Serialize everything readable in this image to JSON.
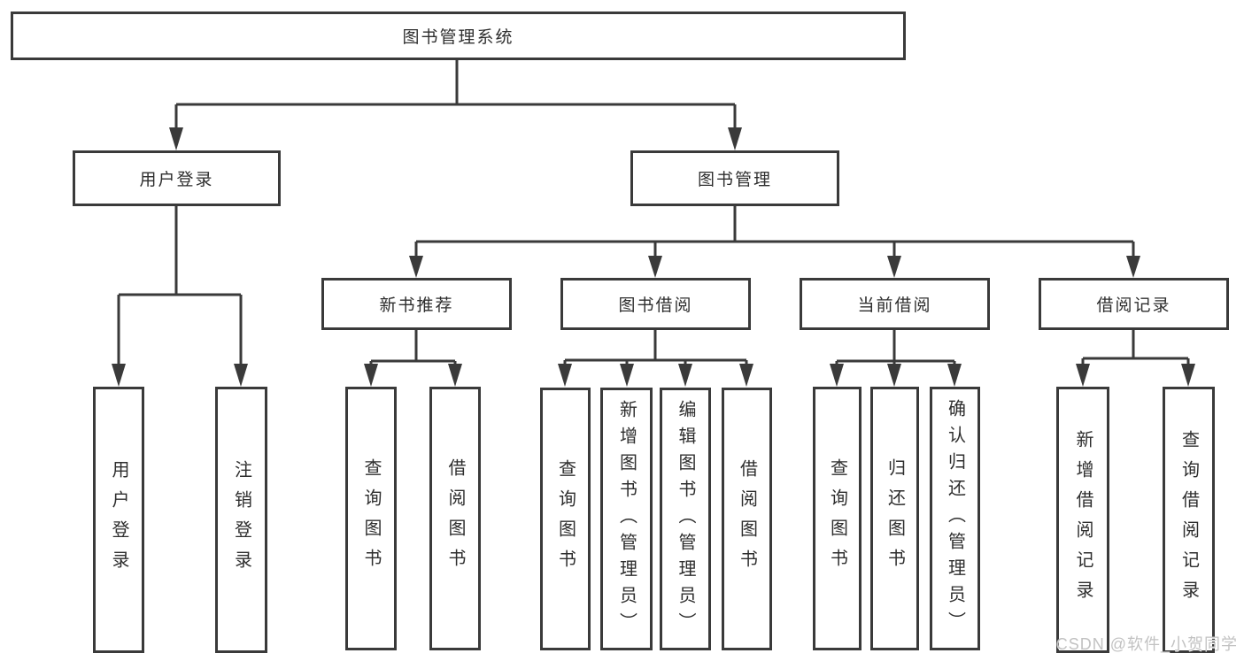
{
  "diagram": {
    "root": {
      "label": "图书管理系统"
    },
    "level2": [
      {
        "label": "用户登录"
      },
      {
        "label": "图书管理"
      }
    ],
    "level3": [
      {
        "label": "新书推荐"
      },
      {
        "label": "图书借阅"
      },
      {
        "label": "当前借阅"
      },
      {
        "label": "借阅记录"
      }
    ],
    "leaves": [
      {
        "label": "用户登录",
        "parent": "用户登录"
      },
      {
        "label": "注销登录",
        "parent": "用户登录"
      },
      {
        "label": "查询图书",
        "parent": "新书推荐"
      },
      {
        "label": "借阅图书",
        "parent": "新书推荐"
      },
      {
        "label": "查询图书",
        "parent": "图书借阅"
      },
      {
        "label": "新增图书（管理员）",
        "parent": "图书借阅"
      },
      {
        "label": "编辑图书（管理员）",
        "parent": "图书借阅"
      },
      {
        "label": "借阅图书",
        "parent": "图书借阅"
      },
      {
        "label": "查询图书",
        "parent": "当前借阅"
      },
      {
        "label": "归还图书",
        "parent": "当前借阅"
      },
      {
        "label": "确认归还（管理员）",
        "parent": "当前借阅"
      },
      {
        "label": "新增借阅记录",
        "parent": "借阅记录"
      },
      {
        "label": "查询借阅记录",
        "parent": "借阅记录"
      }
    ],
    "colors": {
      "line": "#3a3a3a",
      "text": "#2e2e2e",
      "watermark": "#c2c2c2"
    },
    "watermark": "CSDN @软件_小贺同学"
  }
}
